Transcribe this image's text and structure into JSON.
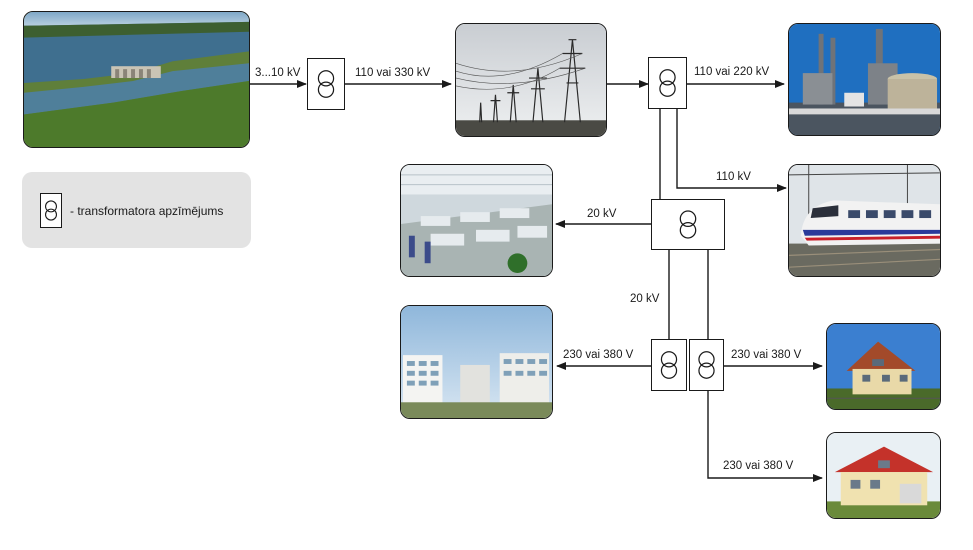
{
  "labels": {
    "gen_out": "3...10 kV",
    "hv_out": "110 vai 330 kV",
    "industry_out": "110 vai 220 kV",
    "rail_out": "110 kV",
    "factory_out": "20 kV",
    "distribution_down": "20 kV",
    "apartments_out": "230 vai 380 V",
    "house1_out": "230 vai 380 V",
    "house2_out": "230 vai 380 V"
  },
  "legend": {
    "text": "- transformatora apzīmējums"
  },
  "colors": {
    "line": "#1a1a1a",
    "legend_bg": "#e3e3e3"
  }
}
